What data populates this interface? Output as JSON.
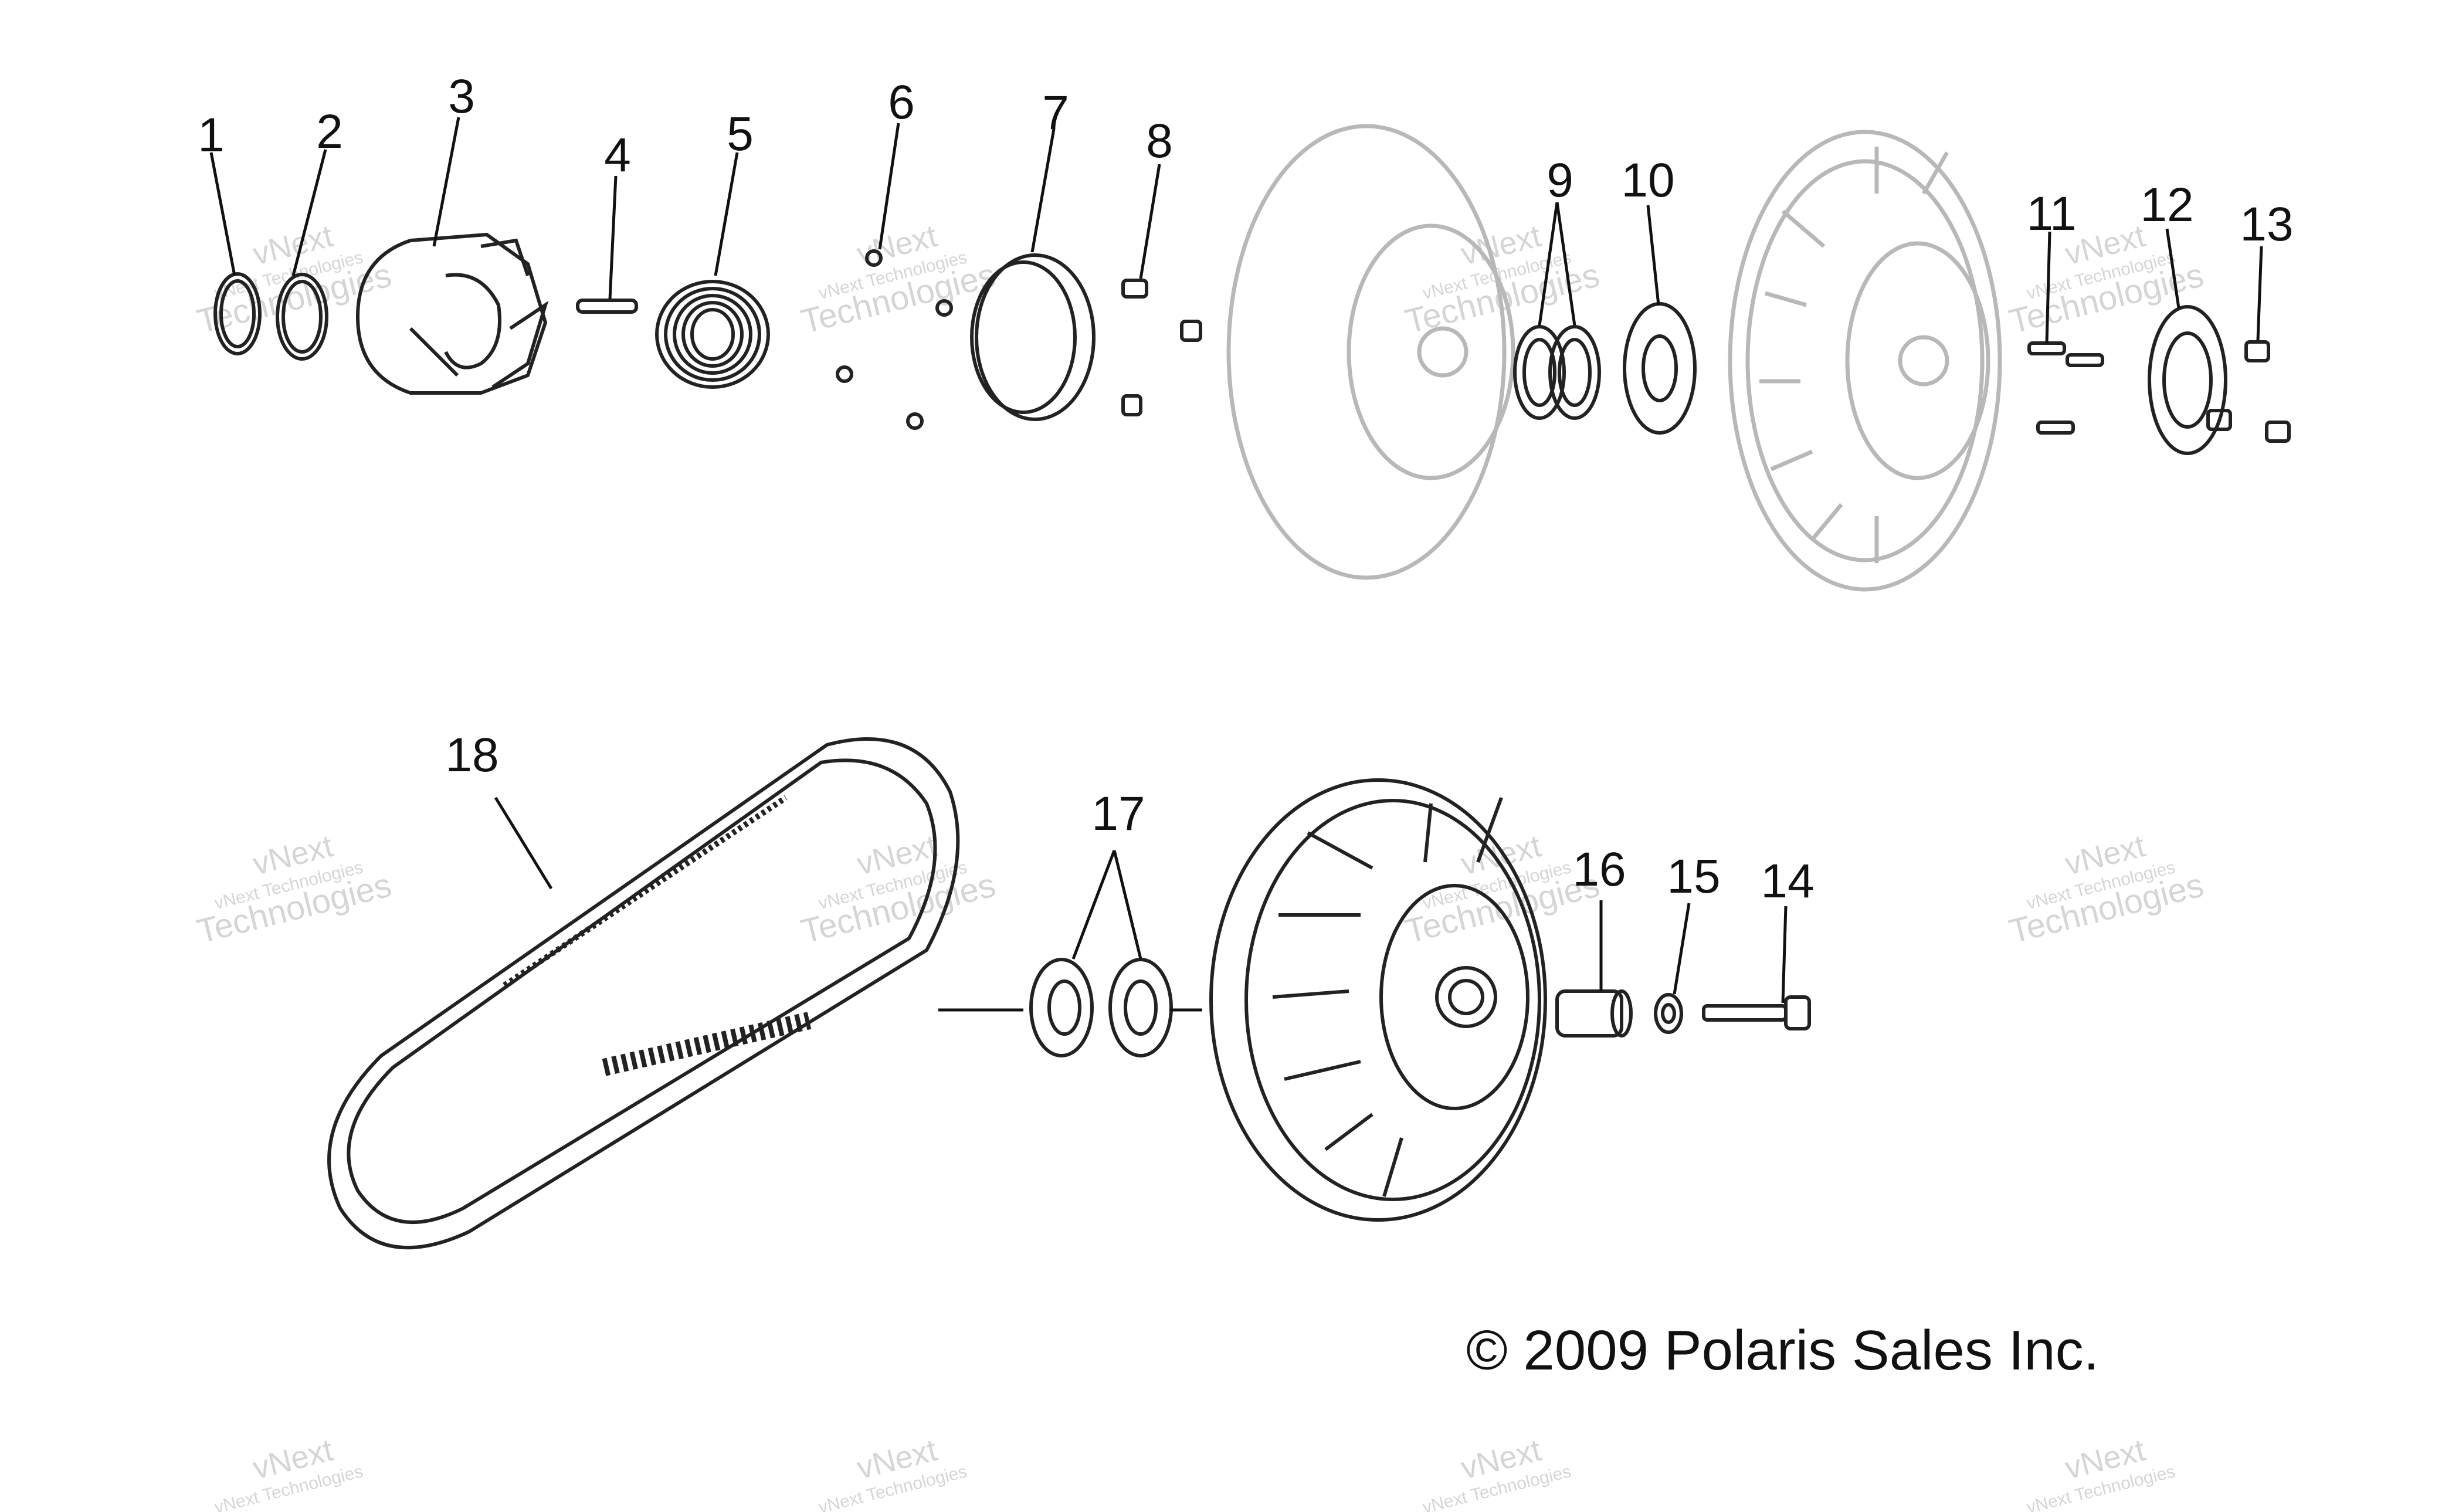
{
  "callouts": [
    {
      "label": "1"
    },
    {
      "label": "2"
    },
    {
      "label": "3"
    },
    {
      "label": "4"
    },
    {
      "label": "5"
    },
    {
      "label": "6"
    },
    {
      "label": "7"
    },
    {
      "label": "8"
    },
    {
      "label": "9"
    },
    {
      "label": "10"
    },
    {
      "label": "11"
    },
    {
      "label": "12"
    },
    {
      "label": "13"
    },
    {
      "label": "14"
    },
    {
      "label": "15"
    },
    {
      "label": "16"
    },
    {
      "label": "17"
    },
    {
      "label": "18"
    }
  ],
  "copyright": "© 2009 Polaris Sales Inc.",
  "watermark": {
    "line1": "vNext",
    "line2": "vNext Technologies",
    "line3": "Technologies"
  },
  "colors": {
    "ink": "#111111",
    "light_part": "#b8b8b8",
    "watermark": "#c8c8c8"
  }
}
